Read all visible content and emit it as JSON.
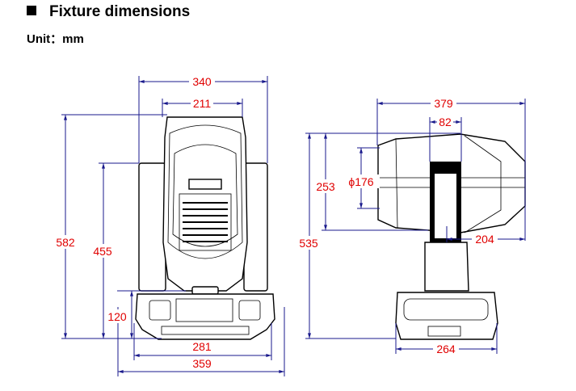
{
  "header": {
    "title": "Fixture dimensions",
    "unit_label": "Unit：mm"
  },
  "front_view": {
    "width_total": "340",
    "width_head": "211",
    "height_total": "582",
    "height_arm": "455",
    "height_base": "120",
    "base_inner": "281",
    "base_outer": "359"
  },
  "side_view": {
    "depth_total": "379",
    "yoke_width": "82",
    "height_total": "535",
    "head_height": "253",
    "lens_diameter": "ϕ176",
    "rear_depth": "204",
    "base_depth": "264"
  },
  "colors": {
    "dimension_line": "#1a1a8c",
    "dimension_text": "#e00000"
  }
}
